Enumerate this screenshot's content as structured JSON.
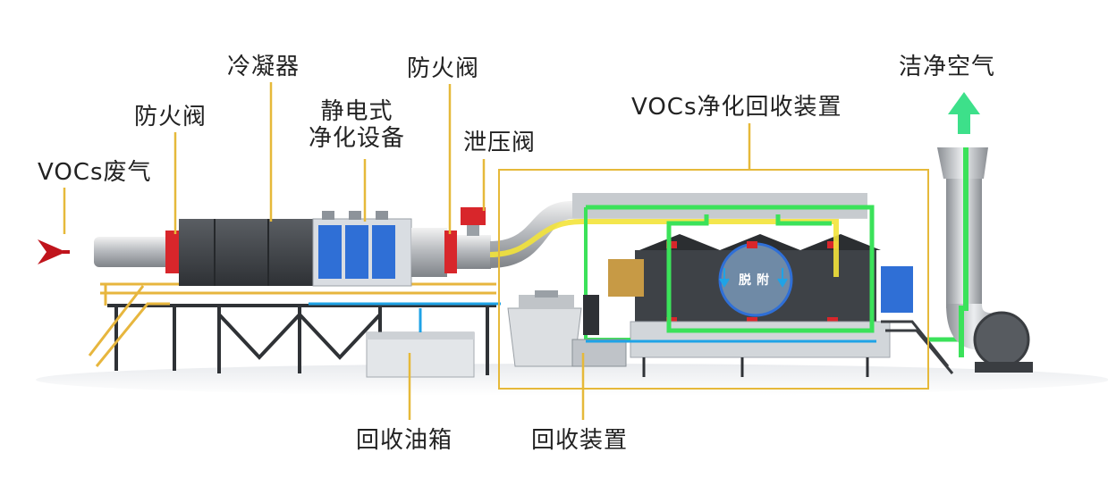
{
  "labels": {
    "vocs_exhaust": "VOCs废气",
    "fire_damper_1": "防火阀",
    "condenser": "冷凝器",
    "electrostatic_line1": "静电式",
    "electrostatic_line2": "净化设备",
    "fire_damper_2": "防火阀",
    "relief_valve": "泄压阀",
    "vocs_purification": "VOCs净化回收装置",
    "clean_air": "洁净空气",
    "oil_tank": "回收油箱",
    "recovery_device": "回收装置",
    "adsorption": "脱附"
  },
  "colors": {
    "leader_line": "#e6b93a",
    "inlet_arrow": "#c0141c",
    "flow_yellow": "#f3e33a",
    "flow_green": "#3be25a",
    "clean_air_arrow": "#3de08a",
    "filter_blue": "#2f6fd6",
    "fire_damper_red": "#d8262b",
    "frame_yellow": "#e7b63e"
  },
  "icons": [
    "inlet-arrow-icon",
    "clean-air-arrow-icon"
  ]
}
